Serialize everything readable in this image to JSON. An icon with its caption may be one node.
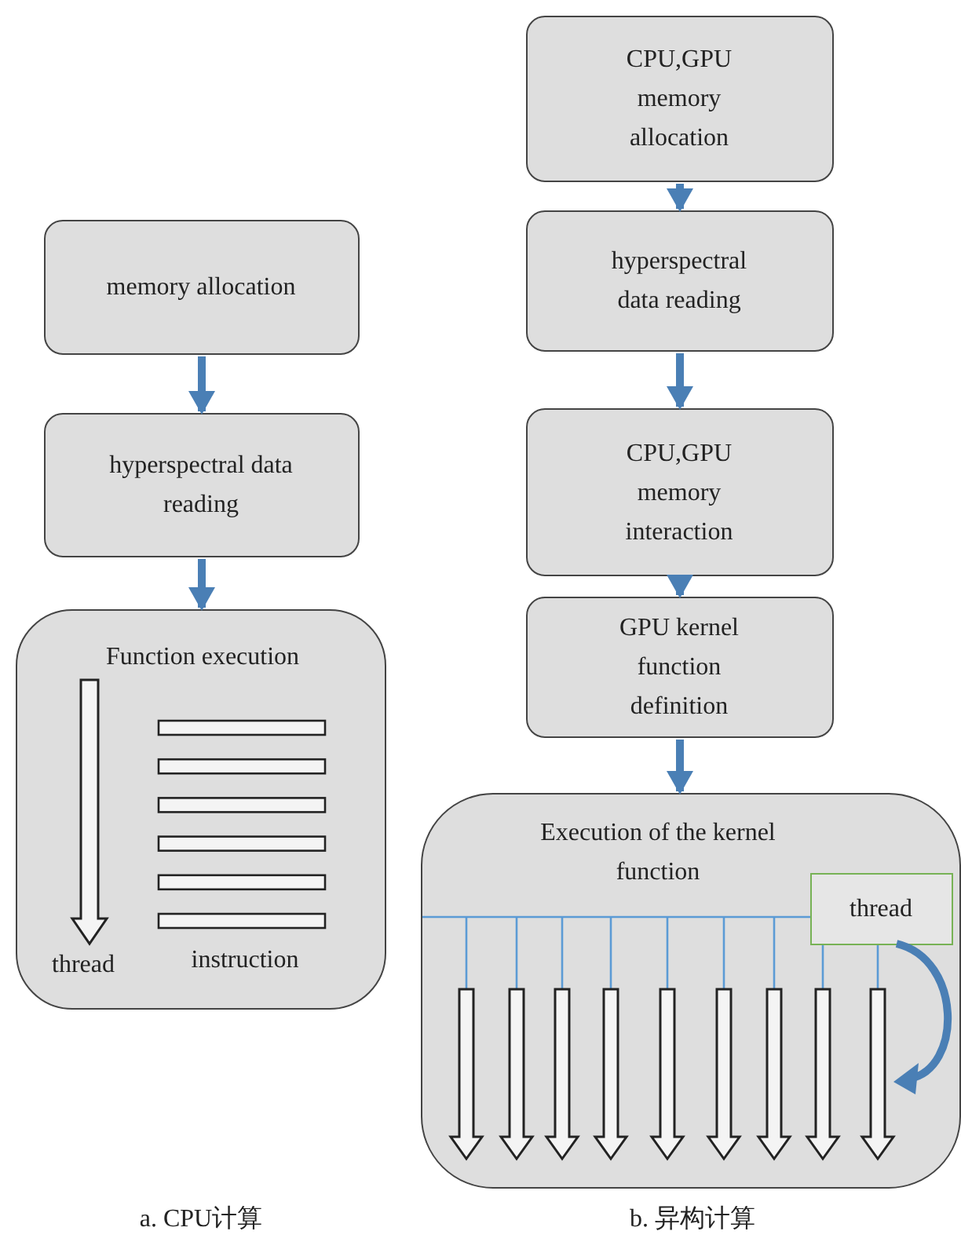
{
  "diagram": {
    "nodes": [
      {
        "text": [
          "memory allocation"
        ]
      },
      {
        "text": [
          "hyperspectral data reading"
        ]
      },
      {
        "text": [
          "Function execution"
        ]
      },
      {
        "text": [
          "CPU,GPU memory allocation"
        ]
      },
      {
        "text": [
          "hyperspectral data reading"
        ]
      },
      {
        "text": [
          "CPU,GPU memory interaction"
        ]
      },
      {
        "text": [
          "GPU kernel function definition"
        ]
      },
      {
        "text": [
          "Execution of the kernel function"
        ]
      },
      {
        "text": [
          "thread"
        ],
        "in": 7
      }
    ],
    "edges": [
      {
        "from": 0,
        "to": 1,
        "arrow": "to"
      },
      {
        "from": 1,
        "to": 2,
        "arrow": "to"
      },
      {
        "from": 3,
        "to": 4,
        "arrow": "to"
      },
      {
        "from": 4,
        "to": 5,
        "arrow": "to"
      },
      {
        "from": 5,
        "to": 6,
        "arrow": "to"
      },
      {
        "from": 6,
        "to": 7,
        "arrow": "to"
      }
    ],
    "labels": [
      "thread",
      "instruction",
      "a. CPU计算",
      "b. 异构计算"
    ]
  }
}
